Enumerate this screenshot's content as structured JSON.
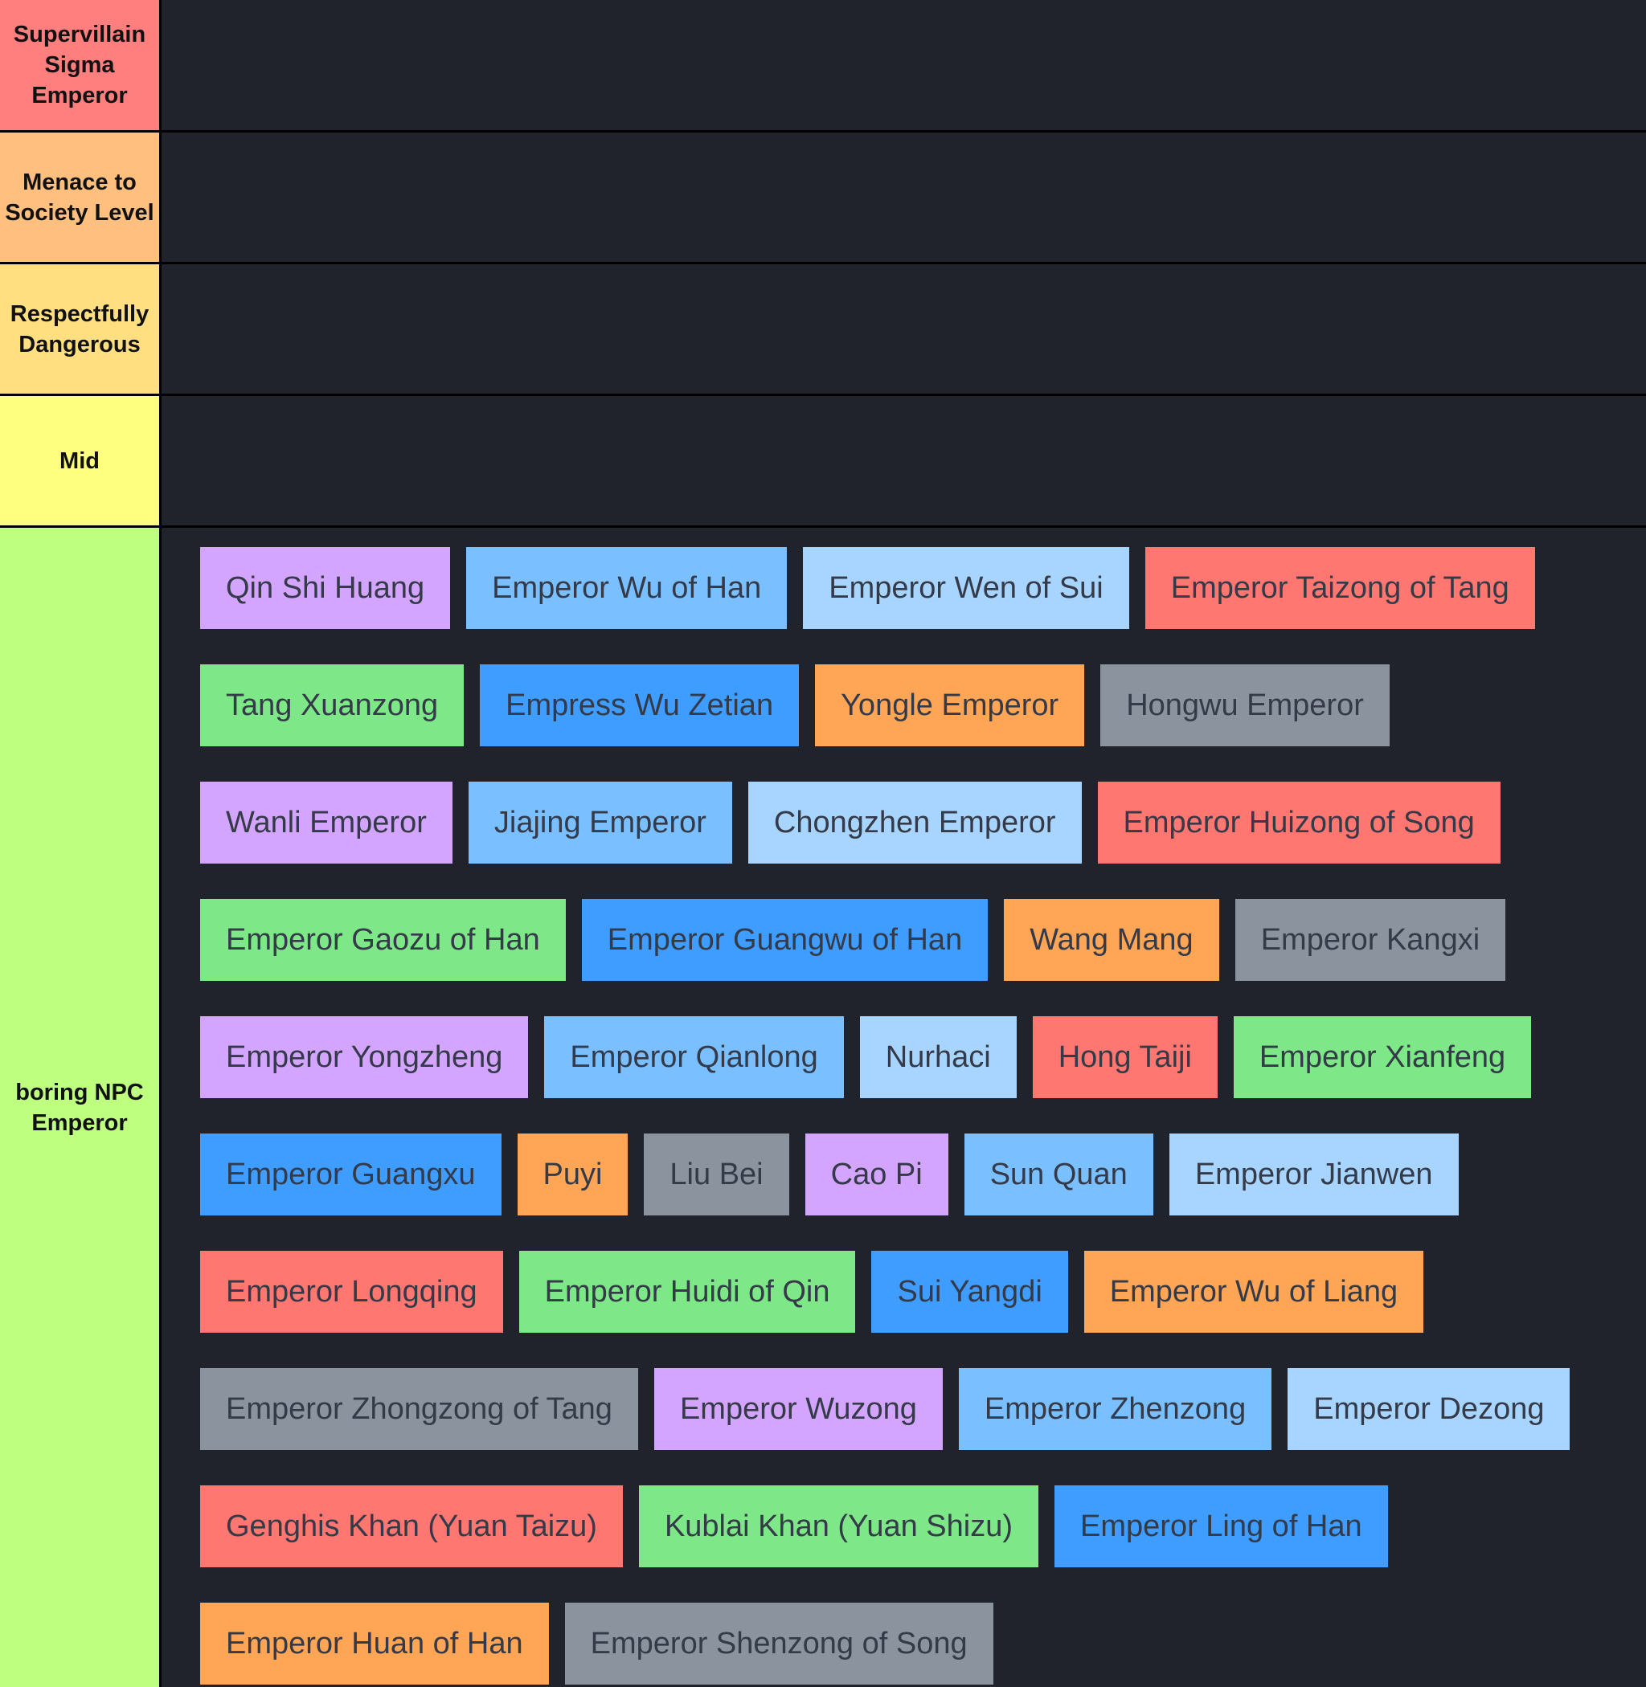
{
  "tiers": [
    {
      "label": "Supervillain Sigma Emperor",
      "color": "#ff7f7f",
      "items": []
    },
    {
      "label": "Menace to Society Level",
      "color": "#ffbf7f",
      "items": []
    },
    {
      "label": "Respectfully Dangerous",
      "color": "#ffdf7f",
      "items": []
    },
    {
      "label": "Mid",
      "color": "#ffff7f",
      "items": []
    },
    {
      "label": "boring NPC Emperor",
      "color": "#bfff7f",
      "items": [
        {
          "name": "Qin Shi Huang",
          "color": "#d4a5ff"
        },
        {
          "name": "Emperor Wu of Han",
          "color": "#7abfff"
        },
        {
          "name": "Emperor Wen of Sui",
          "color": "#a8d5ff"
        },
        {
          "name": "Emperor Taizong of Tang",
          "color": "#ff7770"
        },
        {
          "name": "Tang Xuanzong",
          "color": "#7ee787"
        },
        {
          "name": "Empress Wu Zetian",
          "color": "#3e9dff"
        },
        {
          "name": "Yongle Emperor",
          "color": "#ffa656"
        },
        {
          "name": "Hongwu Emperor",
          "color": "#8b949e"
        },
        {
          "name": "Wanli Emperor",
          "color": "#d4a5ff"
        },
        {
          "name": "Jiajing Emperor",
          "color": "#7abfff"
        },
        {
          "name": "Chongzhen Emperor",
          "color": "#a8d5ff"
        },
        {
          "name": "Emperor Huizong of Song",
          "color": "#ff7770"
        },
        {
          "name": "Emperor Gaozu of Han",
          "color": "#7ee787"
        },
        {
          "name": "Emperor Guangwu of Han",
          "color": "#3e9dff"
        },
        {
          "name": "Wang Mang",
          "color": "#ffa656"
        },
        {
          "name": "Emperor Kangxi",
          "color": "#8b949e"
        },
        {
          "name": "Emperor Yongzheng",
          "color": "#d4a5ff"
        },
        {
          "name": "Emperor Qianlong",
          "color": "#7abfff"
        },
        {
          "name": "Nurhaci",
          "color": "#a8d5ff"
        },
        {
          "name": "Hong Taiji",
          "color": "#ff7770"
        },
        {
          "name": "Emperor Xianfeng",
          "color": "#7ee787"
        },
        {
          "name": "Emperor Guangxu",
          "color": "#3e9dff"
        },
        {
          "name": "Puyi",
          "color": "#ffa656"
        },
        {
          "name": "Liu Bei",
          "color": "#8b949e"
        },
        {
          "name": "Cao Pi",
          "color": "#d4a5ff"
        },
        {
          "name": "Sun Quan",
          "color": "#7abfff"
        },
        {
          "name": "Emperor Jianwen",
          "color": "#a8d5ff"
        },
        {
          "name": "Emperor Longqing",
          "color": "#ff7770"
        },
        {
          "name": "Emperor Huidi of Qin",
          "color": "#7ee787"
        },
        {
          "name": "Sui Yangdi",
          "color": "#3e9dff"
        },
        {
          "name": "Emperor Wu of Liang",
          "color": "#ffa656"
        },
        {
          "name": "Emperor Zhongzong of Tang",
          "color": "#8b949e"
        },
        {
          "name": "Emperor Wuzong",
          "color": "#d4a5ff"
        },
        {
          "name": "Emperor Zhenzong",
          "color": "#7abfff"
        },
        {
          "name": "Emperor Dezong",
          "color": "#a8d5ff"
        },
        {
          "name": "Genghis Khan (Yuan Taizu)",
          "color": "#ff7770"
        },
        {
          "name": "Kublai Khan (Yuan Shizu)",
          "color": "#7ee787"
        },
        {
          "name": "Emperor Ling of Han",
          "color": "#3e9dff"
        },
        {
          "name": "Emperor Huan of Han",
          "color": "#ffa656"
        },
        {
          "name": "Emperor Shenzong of Song",
          "color": "#8b949e"
        }
      ]
    }
  ]
}
